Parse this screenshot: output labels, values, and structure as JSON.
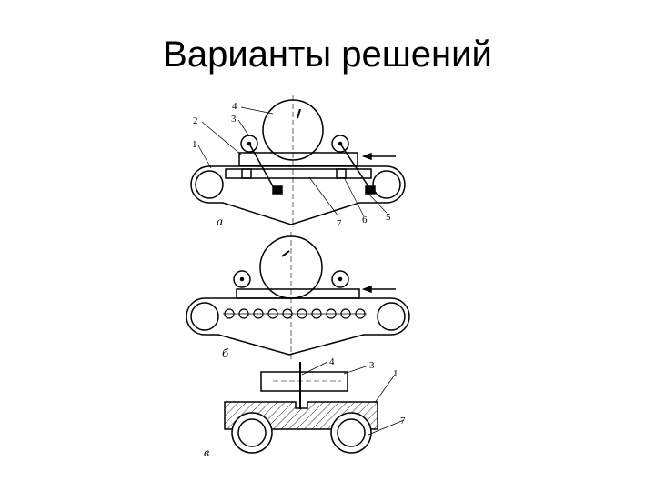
{
  "slide": {
    "title": "Варианты решений"
  },
  "figure": {
    "captions": {
      "a": "а",
      "b": "б",
      "v": "в"
    },
    "labels_a": [
      "4",
      "3",
      "2",
      "1",
      "7",
      "6",
      "5"
    ],
    "labels_v": [
      "4",
      "3",
      "1",
      "7"
    ]
  }
}
